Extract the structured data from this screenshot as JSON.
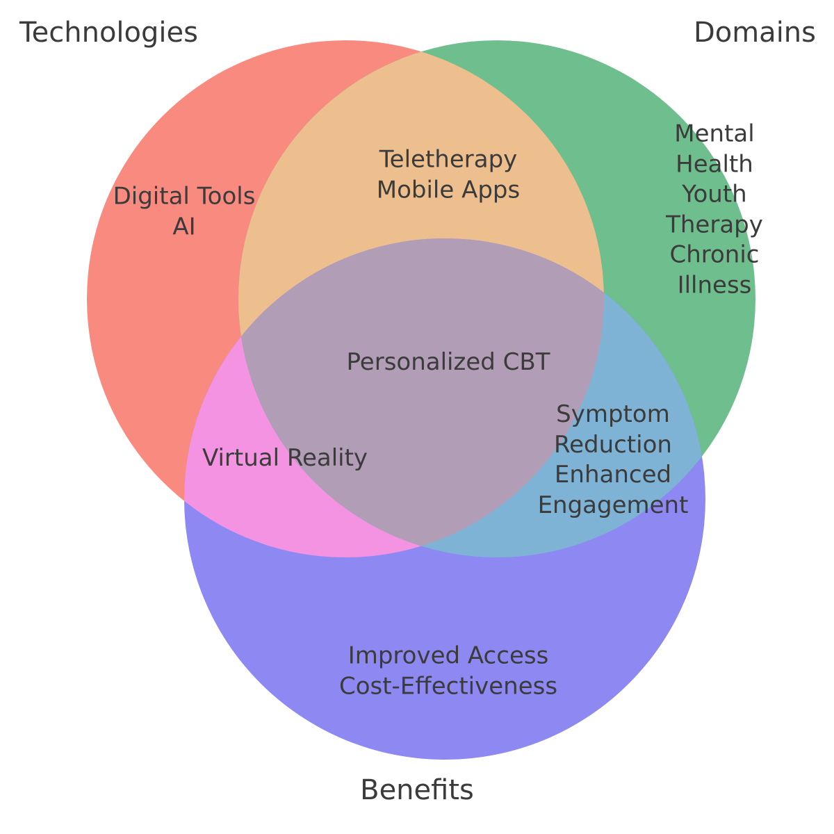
{
  "venn": {
    "set_labels": {
      "technologies": "Technologies",
      "domains": "Domains",
      "benefits": "Benefits"
    },
    "regions": {
      "technologies_only": "Digital Tools\nAI",
      "domains_only": "Mental Health\nYouth Therapy\nChronic Illness",
      "benefits_only": "Improved Access\nCost-Effectiveness",
      "technologies_domains": "Teletherapy\nMobile Apps",
      "technologies_benefits": "Virtual Reality",
      "domains_benefits": "Symptom Reduction\nEnhanced Engagement",
      "all_three": "Personalized CBT"
    },
    "colors": {
      "technologies": "#f98a7f",
      "domains": "#6fbe8d",
      "benefits": "#8e88f2",
      "technologies_domains": "#edbe8e",
      "technologies_benefits": "#f393e1",
      "domains_benefits": "#7eb3d5",
      "all_three": "#b19db6",
      "text": "#3b3b3b"
    }
  }
}
